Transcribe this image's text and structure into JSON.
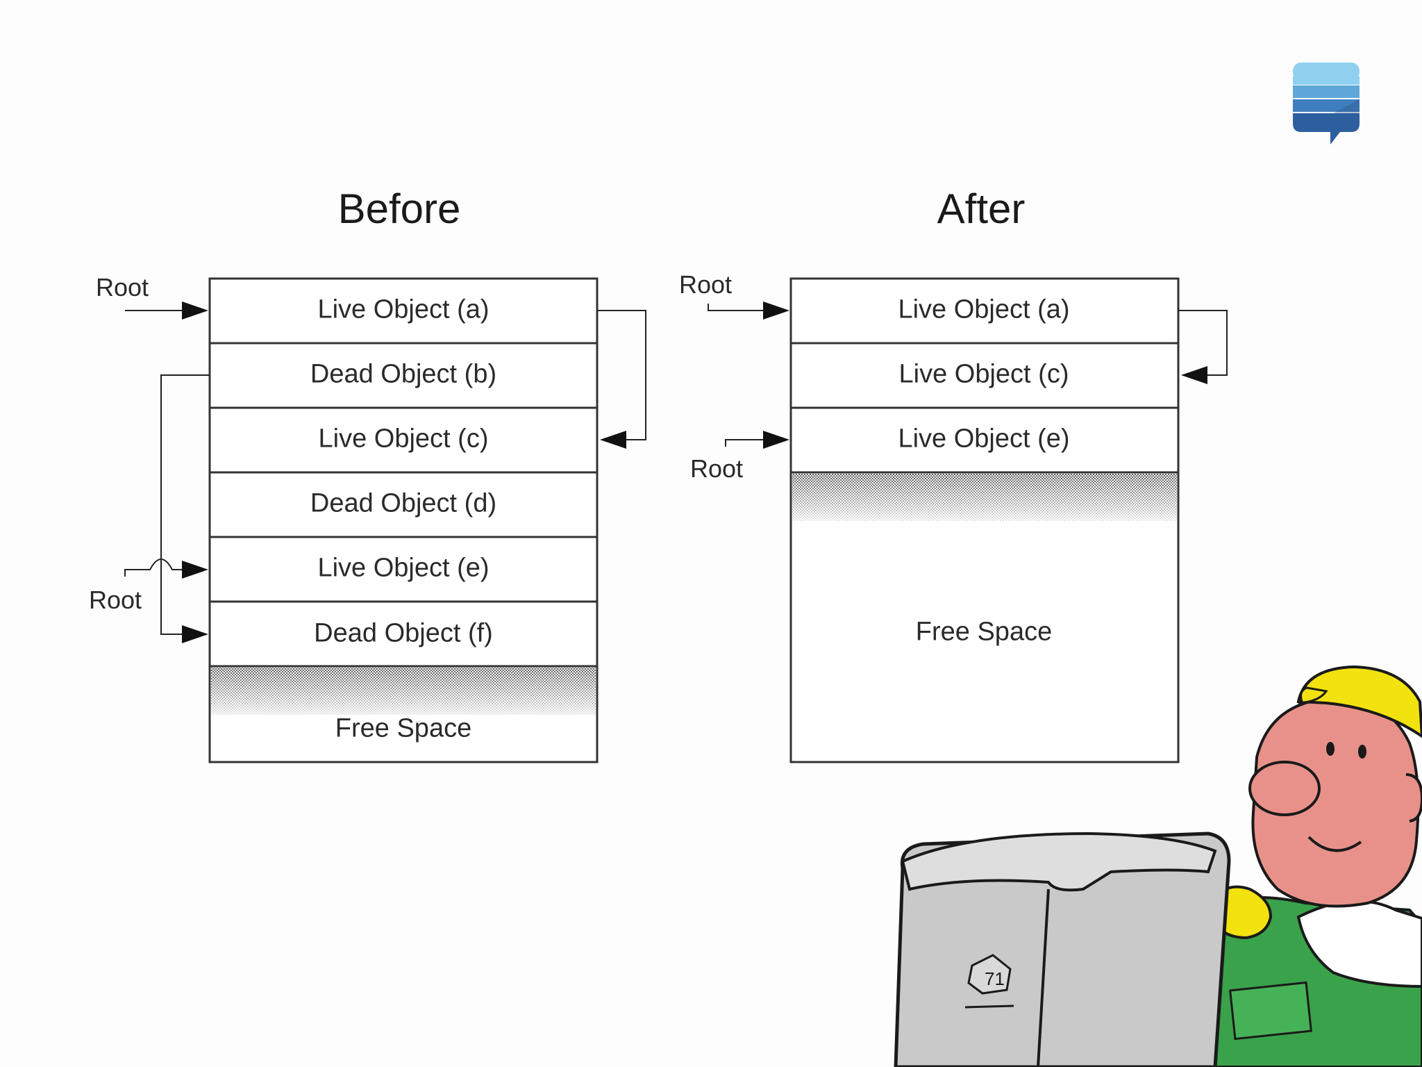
{
  "before": {
    "title": "Before",
    "blocks": [
      "Live Object (a)",
      "Dead Object (b)",
      "Live Object (c)",
      "Dead Object (d)",
      "Live Object (e)",
      "Dead Object (f)"
    ],
    "free_space": "Free Space",
    "root_labels": [
      "Root",
      "Root"
    ]
  },
  "after": {
    "title": "After",
    "blocks": [
      "Live Object (a)",
      "Live Object (c)",
      "Live Object (e)"
    ],
    "free_space": "Free Space",
    "root_labels": [
      "Root",
      "Root"
    ]
  },
  "logo_icon": "stack-logo-icon",
  "illustration_icon": "garbage-collector-worker-illustration",
  "colors": {
    "logo_light": "#8fd0ee",
    "logo_mid": "#4a90c8",
    "logo_dark": "#2d5f9e",
    "hat": "#f2e20f",
    "skin": "#e8918a",
    "overalls": "#3aa24a",
    "bin": "#c9c9c9"
  }
}
